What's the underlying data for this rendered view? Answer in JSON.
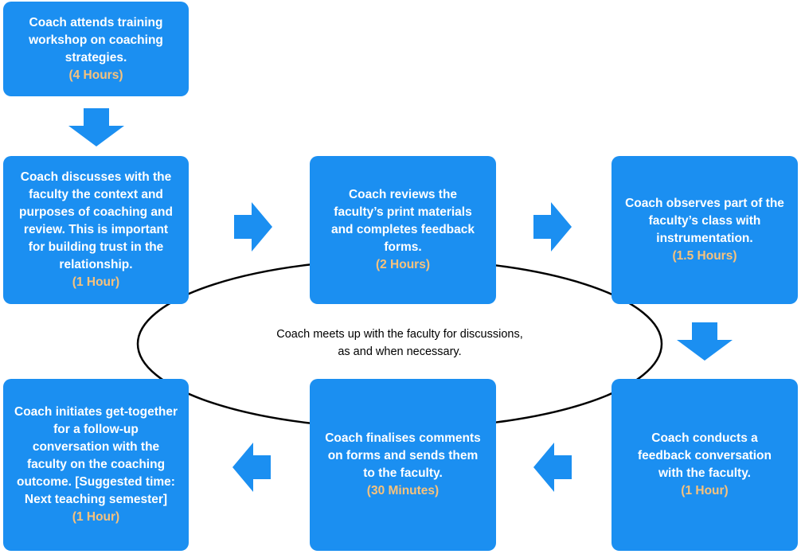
{
  "steps": {
    "s1": {
      "text": "Coach attends training workshop on coaching strategies.",
      "time": "(4 Hours)"
    },
    "s2": {
      "text": "Coach discusses with the faculty the context and purposes of coaching and review. This is important for building trust in the relationship.",
      "time": "(1 Hour)"
    },
    "s3": {
      "text": "Coach reviews the faculty’s print materials and completes feedback forms.",
      "time": "(2 Hours)"
    },
    "s4": {
      "text": "Coach observes part of the faculty’s class with instrumentation.",
      "time": "(1.5 Hours)"
    },
    "s5": {
      "text": "Coach conducts a feedback conversation with the faculty.",
      "time": "(1 Hour)"
    },
    "s6": {
      "text": "Coach finalises comments on forms and sends them to the faculty.",
      "time": "(30 Minutes)"
    },
    "s7": {
      "text": "Coach initiates get-together for a follow-up conversation with the faculty on the coaching outcome. [Suggested time: Next teaching semester]",
      "time": "(1 Hour)"
    }
  },
  "center": {
    "line1": "Coach meets up with the faculty for discussions,",
    "line2": "as and when necessary."
  },
  "colors": {
    "box": "#1b8ff1",
    "time": "#f7c27c"
  }
}
